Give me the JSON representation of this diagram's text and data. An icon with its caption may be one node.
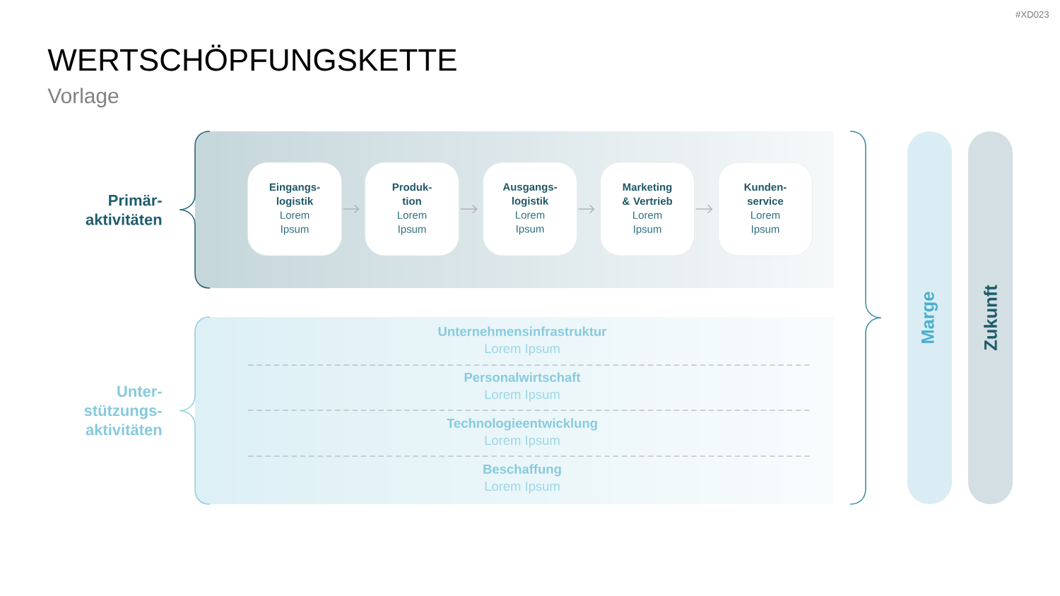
{
  "diagram": {
    "title": "WERTSCHÖPFUNGSKETTE",
    "nodes": [
      {
        "text": [
          "Primär- aktivitäten"
        ]
      },
      {
        "text": [
          "Eingangs- logistik",
          "Lorem Ipsum"
        ],
        "in": 0
      },
      {
        "text": [
          "Produk- tion",
          "Lorem Ipsum"
        ],
        "in": 0
      },
      {
        "text": [
          "Ausgangs- logistik",
          "Lorem Ipsum"
        ],
        "in": 0
      },
      {
        "text": [
          "Marketing & Vertrieb",
          "Lorem Ipsum"
        ],
        "in": 0
      },
      {
        "text": [
          "Kunden- service",
          "Lorem Ipsum"
        ],
        "in": 0
      },
      {
        "text": [
          "Unter- stützungs- aktivitäten"
        ]
      },
      {
        "text": [
          "Unternehmensinfrastruktur",
          "Lorem Ipsum"
        ],
        "in": 6
      },
      {
        "text": [
          "Personalwirtschaft",
          "Lorem Ipsum"
        ],
        "in": 6
      },
      {
        "text": [
          "Technologieentwicklung",
          "Lorem Ipsum"
        ],
        "in": 6
      },
      {
        "text": [
          "Beschaffung",
          "Lorem Ipsum"
        ],
        "in": 6
      },
      {
        "text": [
          "Marge"
        ]
      },
      {
        "text": [
          "Zukunft"
        ]
      }
    ],
    "edges": [
      {
        "from": 1,
        "to": 2,
        "arrow": "to"
      },
      {
        "from": 2,
        "to": 3,
        "arrow": "to"
      },
      {
        "from": 3,
        "to": 4,
        "arrow": "to"
      },
      {
        "from": 4,
        "to": 5,
        "arrow": "to"
      }
    ],
    "labels": [
      "#XD023",
      "Vorlage"
    ]
  }
}
